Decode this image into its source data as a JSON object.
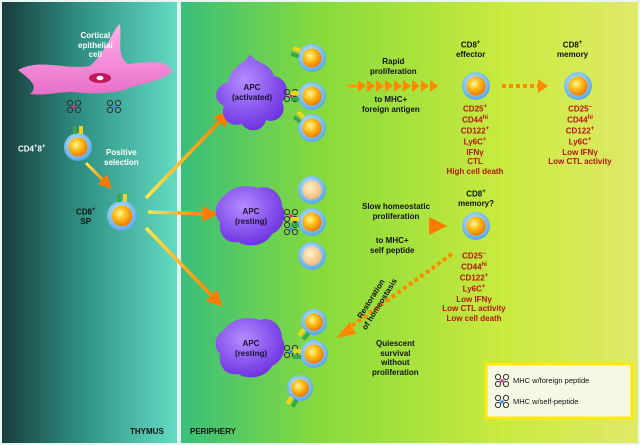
{
  "panels": {
    "thymus": "THYMUS",
    "periphery": "PERIPHERY"
  },
  "thymus": {
    "epithelial_cell": "Cortical\nepithelial\ncell",
    "dp_cell_base": "CD4",
    "dp_cell_sup1": "+",
    "dp_cell_mid": "8",
    "dp_cell_sup2": "+",
    "positive_selection": "Positive\nselection",
    "sp_cell_base": "CD8",
    "sp_cell_sup": "+",
    "sp_cell_line2": "SP"
  },
  "apcs": {
    "activated": "APC\n(activated)",
    "resting_middle": "APC\n(resting)",
    "resting_bottom": "APC\n(resting)"
  },
  "steps": {
    "rapid_proliferation": "Rapid\nproliferation",
    "to_foreign": "to MHC+\nforeign antigen",
    "slow_proliferation": "Slow homeostatic\nproliferation",
    "to_self": "to MHC+\nself peptide",
    "quiescent": "Quiescent\nsurvival\nwithout\nproliferation",
    "restoration": "Restoration\nof homeostasis"
  },
  "effector": {
    "title_base": "CD8",
    "title_sup": "+",
    "title_line2": "effector",
    "markers": [
      {
        "base": "CD25",
        "sup": "+"
      },
      {
        "base": "CD44",
        "sup": "hi"
      },
      {
        "base": "CD122",
        "sup": "+"
      },
      {
        "base": "Ly6C",
        "sup": "+"
      },
      {
        "base": "IFNγ",
        "sup": ""
      },
      {
        "base": "CTL",
        "sup": ""
      },
      {
        "base": "High cell death",
        "sup": ""
      }
    ]
  },
  "memory": {
    "title_base": "CD8",
    "title_sup": "+",
    "title_line2": "memory",
    "markers": [
      {
        "base": "CD25",
        "sup": "–"
      },
      {
        "base": "CD44",
        "sup": "hi"
      },
      {
        "base": "CD122",
        "sup": "+"
      },
      {
        "base": "Ly6C",
        "sup": "+"
      },
      {
        "base": "Low IFNγ",
        "sup": ""
      },
      {
        "base": "Low CTL activity",
        "sup": ""
      }
    ]
  },
  "memory_q": {
    "title_base": "CD8",
    "title_sup": "+",
    "title_line2": "memory?",
    "markers": [
      {
        "base": "CD25",
        "sup": "–"
      },
      {
        "base": "CD44",
        "sup": "hi"
      },
      {
        "base": "CD122",
        "sup": "+"
      },
      {
        "base": "Ly6C",
        "sup": "+"
      },
      {
        "base": "Low IFNγ",
        "sup": ""
      },
      {
        "base": "Low CTL activity",
        "sup": ""
      },
      {
        "base": "Low cell death",
        "sup": ""
      }
    ]
  },
  "legend": {
    "foreign": "MHC w/foreign peptide",
    "self": "MHC w/self-peptide"
  },
  "colors": {
    "thymus_dark": "#14403f",
    "thymus_light": "#5fd8c0",
    "periphery_left": "#3fc27a",
    "periphery_mid": "#9fe03a",
    "periphery_right": "#d8e845",
    "apc": "#8a4cf0",
    "epithelial": "#ee82d2",
    "cell_outer": "#9ad7ff",
    "cell_inner": "#ffd200",
    "arrow": "#ff8a00",
    "marker_text": "#b3150f",
    "tcr": "#3aa64a",
    "foreign_peptide": "#e0249a",
    "self_peptide": "#2b8cff"
  }
}
